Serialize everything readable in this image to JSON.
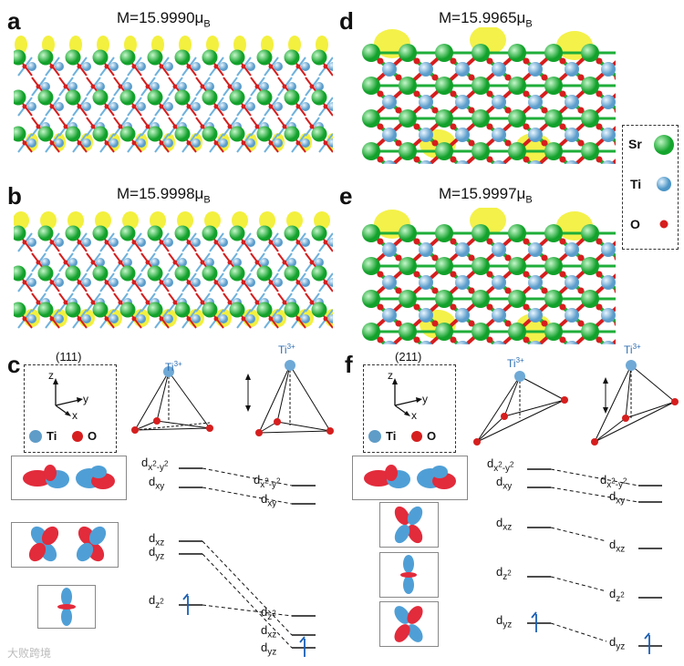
{
  "panels": {
    "a": {
      "letter": "a",
      "moment_prefix": "M=15.9990μ",
      "moment_sub": "B"
    },
    "b": {
      "letter": "b",
      "moment_prefix": "M=15.9998μ",
      "moment_sub": "B"
    },
    "c": {
      "letter": "c",
      "facet": "(111)"
    },
    "d": {
      "letter": "d",
      "moment_prefix": "M=15.9965μ",
      "moment_sub": "B"
    },
    "e": {
      "letter": "e",
      "moment_prefix": "M=15.9997μ",
      "moment_sub": "B"
    },
    "f": {
      "letter": "f",
      "facet": "(211)"
    }
  },
  "legend": {
    "sr": "Sr",
    "ti": "Ti",
    "o": "O"
  },
  "axes": {
    "z": "z",
    "y": "y",
    "x": "x"
  },
  "atom_legend": {
    "ti": "Ti",
    "o": "O"
  },
  "ion": {
    "base": "Ti",
    "charge": "3+"
  },
  "levels": {
    "x2y2_base": "d",
    "x2y2_sub": "x",
    "xy_base": "d",
    "xy_sub": "xy",
    "xz_base": "d",
    "xz_sub": "xz",
    "yz_base": "d",
    "yz_sub": "yz",
    "z2_base": "d",
    "z2_sub": "z"
  },
  "watermark": "大败跨境",
  "colors": {
    "sr": "#1fbf3a",
    "ti": "#6fb2dc",
    "o": "#d61e1e",
    "density": "#f3ef2c",
    "level": "#1a5fb4"
  }
}
